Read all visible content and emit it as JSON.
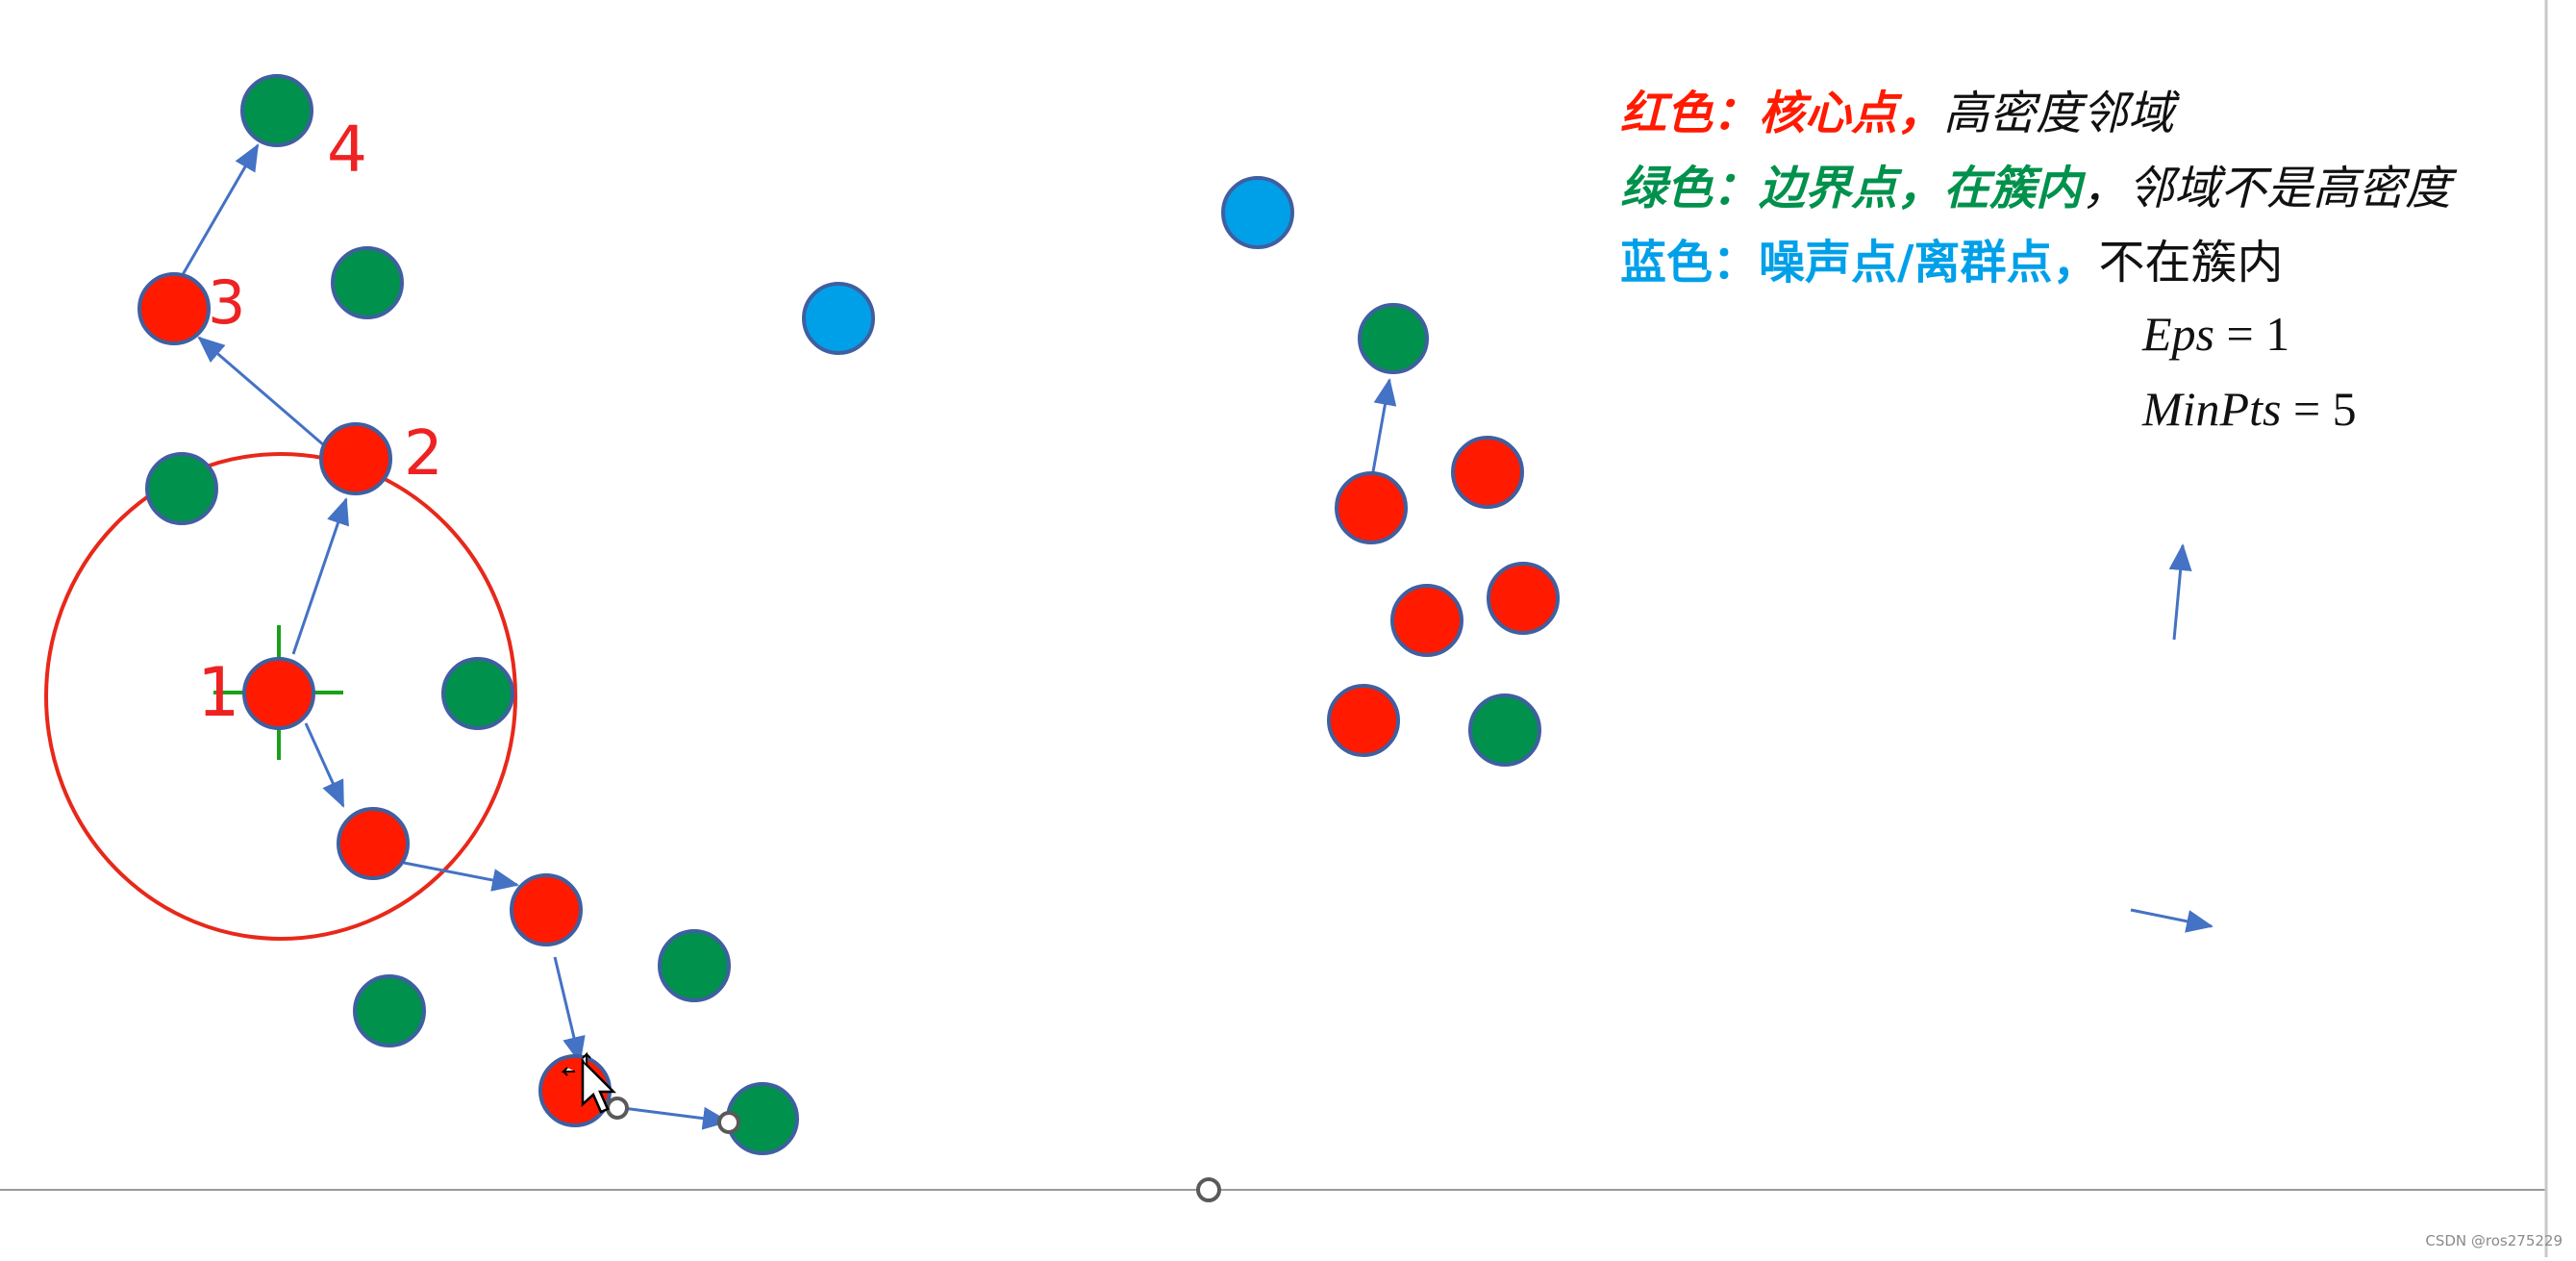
{
  "legend": {
    "red": {
      "label": "红色：核心点，",
      "rest": "高密度邻域",
      "color": "#ff1a00"
    },
    "green": {
      "label": "绿色：边界点，在簇内",
      "rest": "，邻域不是高密度",
      "color": "#00914c"
    },
    "blue": {
      "label": "蓝色：噪声点/离群点，",
      "rest": "不在簇内",
      "color": "#00a0e9"
    }
  },
  "params": {
    "eps_name": "Eps",
    "eps_value": " = 1",
    "minpts_name": "MinPts",
    "minpts_value": " = 5"
  },
  "annotations": {
    "step1": "1",
    "step2": "2",
    "step3": "3",
    "step4": "4",
    "color": "#ee2222"
  },
  "colors": {
    "core_point": "#ff1a00",
    "border_point": "#00914c",
    "noise_point": "#00a0e9",
    "point_outline": "#3f5fa0",
    "arrow": "#4472c4",
    "eps_circle": "#e8281a",
    "crosshair": "#19a019",
    "baseline": "#9a9a9a"
  },
  "watermark": "CSDN @ros275229"
}
